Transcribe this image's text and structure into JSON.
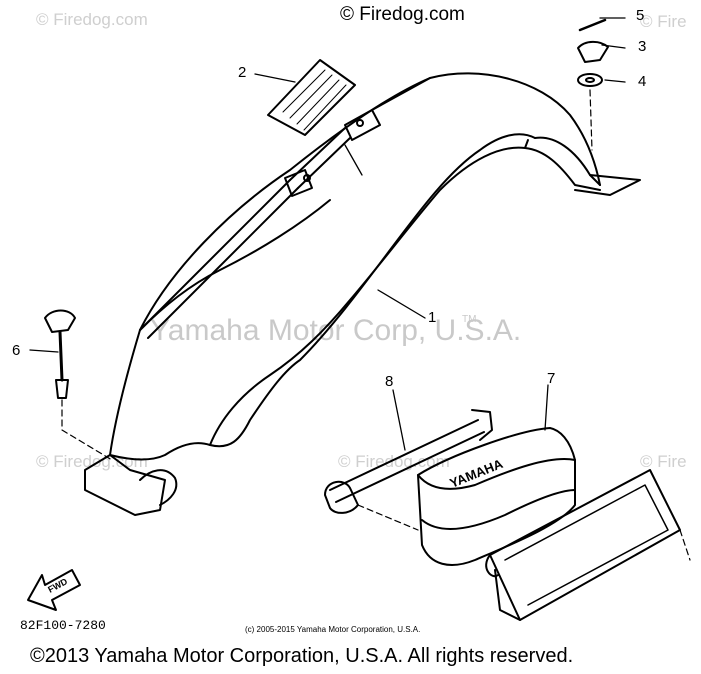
{
  "watermarks": {
    "corner": "© Firedog.com",
    "corner_partial_right": "© Fire",
    "center": "Yamaha Motor Corp, U.S.A.",
    "trademark": "TM"
  },
  "header": {
    "copyright_top": "© Firedog.com"
  },
  "callouts": [
    "1",
    "2",
    "3",
    "4",
    "5",
    "6",
    "7",
    "8"
  ],
  "diagram": {
    "fwd_label": "FWD",
    "box_logo": "YAMAHA"
  },
  "footer": {
    "part_number": "82F100-7280",
    "small_copyright": "(c) 2005-2015 Yamaha Motor Corporation, U.S.A.",
    "copyright_line": "©2013 Yamaha Motor Corporation, U.S.A. All rights reserved."
  }
}
